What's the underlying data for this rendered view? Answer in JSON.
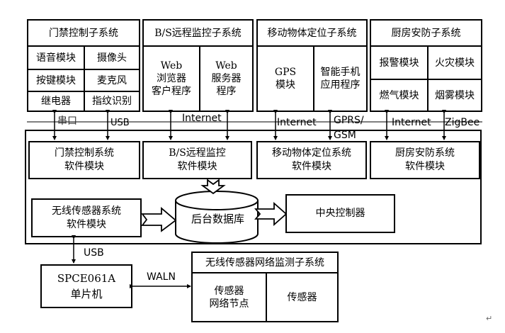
{
  "subsystems": {
    "access_control": {
      "title": "门禁控制子系统",
      "cells": [
        "语音模块",
        "摄像头",
        "按键模块",
        "麦克风",
        "继电器",
        "指纹识别"
      ]
    },
    "bs_monitor": {
      "title": "B/S远程监控子系统",
      "cells": [
        "Web\n浏览器\n客户程序",
        "Web\n服务器\n程序"
      ]
    },
    "mobile_locating": {
      "title": "移动物体定位子系统",
      "cells": [
        "GPS\n模块",
        "智能手机\n应用程序"
      ]
    },
    "kitchen_security": {
      "title": "厨房安防子系统",
      "cells": [
        "报警模块",
        "火灾模块",
        "燃气模块",
        "烟雾模块"
      ]
    },
    "wsn_monitor": {
      "title": "无线传感器网络监测子系统",
      "cells": [
        "传感器\n网络节点",
        "传感器"
      ]
    }
  },
  "links": {
    "serial": "串口",
    "usb_top": "USB",
    "internet_bs": "Internet",
    "internet_mobile": "Internet",
    "gprs_gsm": "GPRS/\nGSM",
    "internet_kitchen": "Internet",
    "zigbee": "ZigBee",
    "usb_bottom": "USB",
    "waln": "WALN"
  },
  "software_modules": {
    "access_control": "门禁控制系统\n软件模块",
    "bs_monitor": "B/S远程监控\n软件模块",
    "mobile_locating": "移动物体定位系统\n软件模块",
    "kitchen_security": "厨房安防系统\n软件模块",
    "wireless_sensor": "无线传感器系统\n软件模块"
  },
  "database": "后台数据库",
  "central_controller": "中央控制器",
  "mcu": "SPCE061A\n单片机",
  "paragraph_mark": "↵"
}
